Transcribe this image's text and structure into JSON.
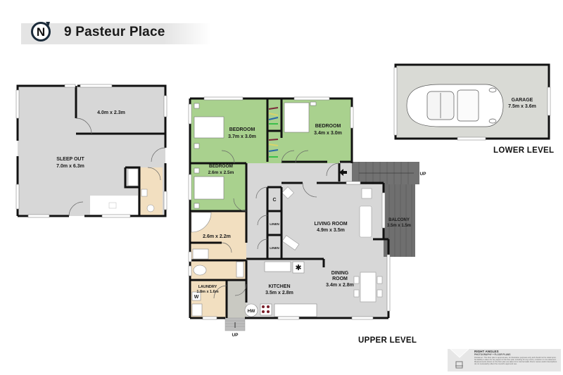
{
  "header": {
    "compass_letter": "N",
    "title": "9 Pasteur Place"
  },
  "levels": {
    "lower": "LOWER LEVEL",
    "upper": "UPPER LEVEL"
  },
  "sleepout_building": {
    "sleep_out": {
      "name": "SLEEP OUT",
      "size": "7.0m x 6.3m"
    },
    "store_room": {
      "size": "4.0m x 2.3m"
    }
  },
  "garage_building": {
    "garage": {
      "name": "GARAGE",
      "size": "7.5m x 3.6m"
    }
  },
  "house": {
    "bedroom_1": {
      "name": "BEDROOM",
      "size": "3.7m x 3.0m"
    },
    "bedroom_2": {
      "name": "BEDROOM",
      "size": "3.4m x 3.0m"
    },
    "bedroom_3": {
      "name": "BEDROOM",
      "size": "2.6m x 2.5m"
    },
    "bathroom": {
      "size": "2.6m x 2.2m"
    },
    "laundry": {
      "name": "LAUNDRY",
      "size": "1.8m x 1.6m",
      "washer_label": "W"
    },
    "kitchen": {
      "name": "KITCHEN",
      "size": "3.5m x 2.8m",
      "hot_water_label": "HW"
    },
    "living_room": {
      "name": "LIVING ROOM",
      "size": "4.9m x 3.5m"
    },
    "dining_room": {
      "name_line1": "DINING",
      "name_line2": "ROOM",
      "size": "3.4m x 2.8m"
    },
    "balcony": {
      "name": "BALCONY",
      "size": "3.5m x 1.5m"
    },
    "cupboard": "C",
    "linen_1": "LINEN",
    "linen_2": "LINEN",
    "stairs_front": "UP",
    "stairs_side": "UP"
  },
  "logo": {
    "brand": "RIGHT ANGLES",
    "tagline": "PHOTOGRAPHY + FLOOR PLANS",
    "disclaimer": "Disclaimer: This floor plan is approximate, for illustrative purposes only and should not be relied upon. No liability is taken for any aspect of the floor plan including for any errors, omission or mis-statement. Measurements shown on the floor plan are taken from internal walls. Room names and/or descriptions do not necessarily reflect the council's approved use."
  },
  "colors": {
    "wall": "#111111",
    "floor_grey": "#d7d7d7",
    "bedroom_green": "#a9d18e",
    "wet_area_beige": "#f2dfc0",
    "garage_floor": "#d9dad5",
    "balcony_deck": "#6f6f6f",
    "tile_entry": "#c9c9c2"
  }
}
